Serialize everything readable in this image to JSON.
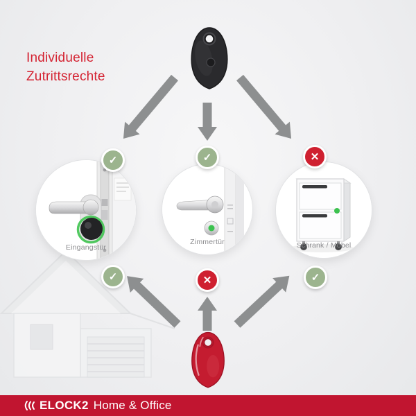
{
  "title": {
    "line1": "Individuelle",
    "line2": "Zutrittsrechte"
  },
  "keyfobs": {
    "top": "black-keyfob",
    "bottom": "red-keyfob"
  },
  "items": [
    {
      "label": "Eingangstür",
      "top_badge": "allowed",
      "top_glyph": "✓",
      "bottom_badge": "allowed",
      "bottom_glyph": "✓"
    },
    {
      "label": "Zimmertür",
      "top_badge": "allowed",
      "top_glyph": "✓",
      "bottom_badge": "denied",
      "bottom_glyph": "✕"
    },
    {
      "label": "Schrank / Möbel",
      "top_badge": "denied",
      "top_glyph": "✕",
      "bottom_badge": "allowed",
      "bottom_glyph": "✓"
    }
  ],
  "footer": {
    "brand": "ELOCK2",
    "suffix": "Home & Office"
  },
  "colors": {
    "accent_red": "#c11530",
    "title_red": "#d42231",
    "badge_green": "#9cb48e",
    "badge_red": "#cf2030",
    "arrow_gray": "#8d8f90",
    "led_green": "#3cc24f",
    "background": "#efeff1"
  }
}
